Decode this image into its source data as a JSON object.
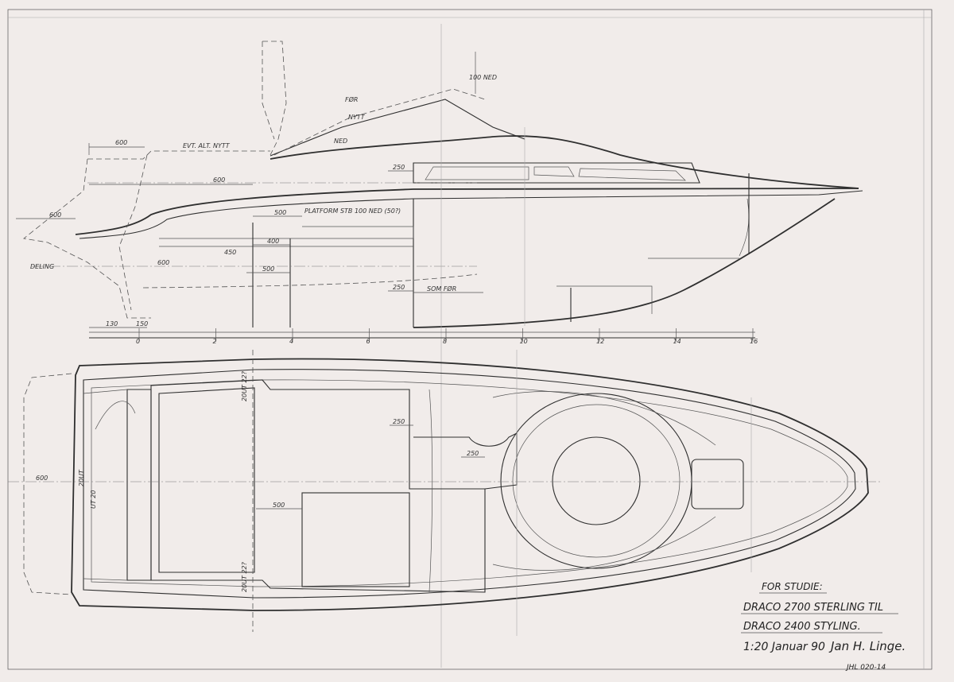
{
  "dimensions": {
    "stern_600": "600",
    "evt_alt": "EVT. ALT. NYTT",
    "mid_600": "600",
    "left_600": "600",
    "deling": "DELING",
    "lower_600": "600",
    "d450": "450",
    "d500_platform": "500",
    "platform": "PLATFORM STB 100 NED (50?)",
    "d400": "400",
    "d500": "500",
    "d250_top": "250",
    "d250_low": "250",
    "som_for": "SOM FØR",
    "d130": "130",
    "d150": "150",
    "for_label": "FØR",
    "nytt": "NYTT",
    "ned": "NED",
    "ned100": "100 NED",
    "plan_250a": "250",
    "plan_250b": "250",
    "plan_500": "500",
    "plan_600": "600",
    "plan_20ut_top": "20UT 22?",
    "plan_20ut_bot": "20UT 22?",
    "plan_20ut_side": "20UT",
    "plan_ut20": "UT 20"
  },
  "scale_ticks": [
    "0",
    "2",
    "4",
    "6",
    "8",
    "10",
    "12",
    "14",
    "16"
  ],
  "notes": {
    "line1": "FOR STUDIE:",
    "line2": "DRACO 2700 STERLING TIL",
    "line3": "DRACO 2400 STYLING.",
    "line4": "1:20 Januar 90",
    "signature": "Jan H. Linge.",
    "ref": "JHL 020-14"
  }
}
